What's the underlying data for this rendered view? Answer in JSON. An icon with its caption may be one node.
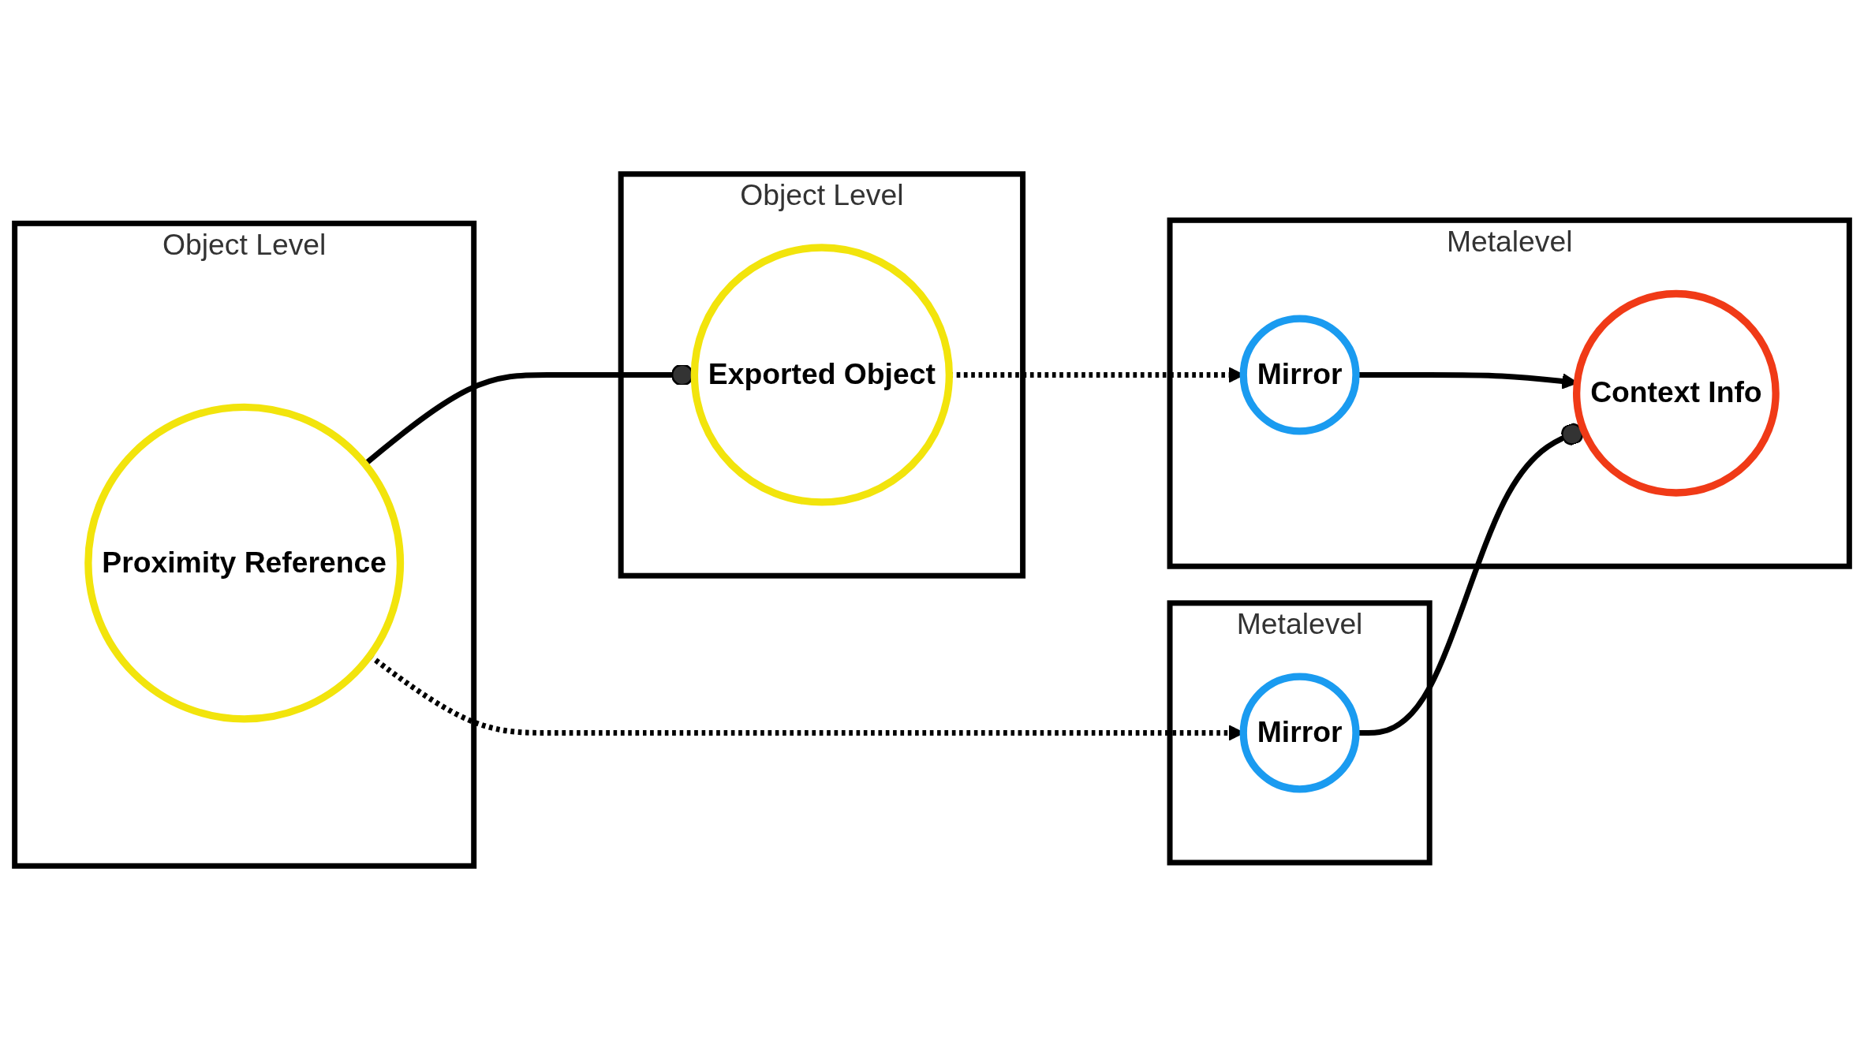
{
  "diagram": {
    "nodes": [
      {
        "text": [
          "Metalevel"
        ]
      },
      {
        "text": [
          "Mirror"
        ],
        "in": 0
      },
      {
        "text": [
          "Context Info"
        ],
        "in": 0
      },
      {
        "text": [
          "Object Level"
        ]
      },
      {
        "text": [
          "Exported Object"
        ],
        "in": 3
      },
      {
        "text": [
          "Metalevel"
        ]
      },
      {
        "text": [
          "Mirror"
        ],
        "in": 5
      },
      {
        "text": [
          "Object Level"
        ]
      },
      {
        "text": [
          "Proximity Reference"
        ],
        "in": 7
      }
    ],
    "edges": [
      {
        "from": 1,
        "to": 2,
        "arrow": "to"
      },
      {
        "from": 6,
        "to": 2,
        "arrow": "other"
      },
      {
        "from": 4,
        "to": 1,
        "arrow": "to",
        "style": "dashed"
      },
      {
        "from": 8,
        "to": 6,
        "arrow": "to",
        "style": "dashed"
      },
      {
        "from": 8,
        "to": 4,
        "arrow": "other"
      }
    ]
  }
}
